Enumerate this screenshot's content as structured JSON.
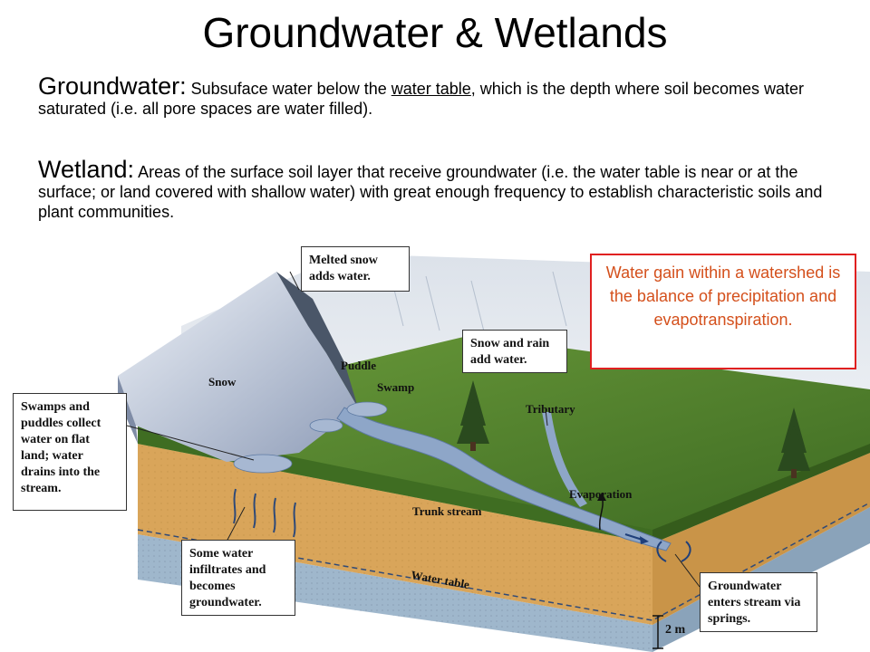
{
  "title": "Groundwater & Wetlands",
  "groundwater": {
    "term": "Groundwater:",
    "text_a": " Subsuface water below the ",
    "link": "water table",
    "text_b": ", which is the depth where soil becomes water saturated (i.e. all pore spaces are water filled)."
  },
  "wetland": {
    "term": "Wetland:",
    "text": "  Areas of the surface soil layer that receive groundwater (i.e. the water table is near or at the surface; or land covered with shallow water) with great enough frequency to establish characteristic soils and plant communities."
  },
  "note": "Water gain within a watershed is the balance of precipitation and evapotranspiration.",
  "diagram": {
    "callouts": {
      "melted_snow": "Melted snow adds water.",
      "snow_rain": "Snow and rain add water.",
      "swamps": "Swamps and puddles collect water on flat land; water drains into the stream.",
      "infiltrates": "Some water infiltrates and becomes groundwater.",
      "springs": "Groundwater enters stream via springs."
    },
    "labels": {
      "snow": "Snow",
      "puddle": "Puddle",
      "swamp": "Swamp",
      "tributary": "Tributary",
      "evaporation": "Evaporation",
      "trunk_stream": "Trunk stream",
      "water_table": "Water table",
      "scale": "2 m"
    }
  },
  "colors": {
    "note_border": "#e02020",
    "note_text": "#d4501c",
    "sand": "#d9a55a",
    "groundwater": "#9fb7cc",
    "grass": "#4f7f2a",
    "snow": "#cfd8e6",
    "stream": "#8ea6c8"
  }
}
